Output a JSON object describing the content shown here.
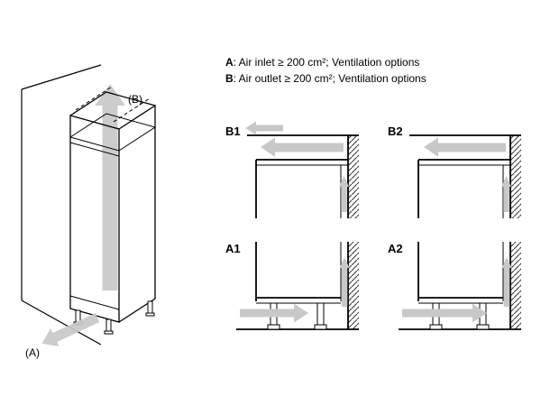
{
  "legend": {
    "line1": {
      "key": "A",
      "text": ": Air inlet ≥ 200 cm²; Ventilation options"
    },
    "line2": {
      "key": "B",
      "text": ": Air outlet ≥ 200 cm²; Ventilation options"
    }
  },
  "panels": {
    "b1": "B1",
    "b2": "B2",
    "a1": "A1",
    "a2": "A2"
  },
  "isometric": {
    "label_a": "(A)",
    "label_b": "(B)"
  },
  "colors": {
    "arrow_gray": "#c8c8c8",
    "line": "#000000",
    "background": "#ffffff"
  }
}
